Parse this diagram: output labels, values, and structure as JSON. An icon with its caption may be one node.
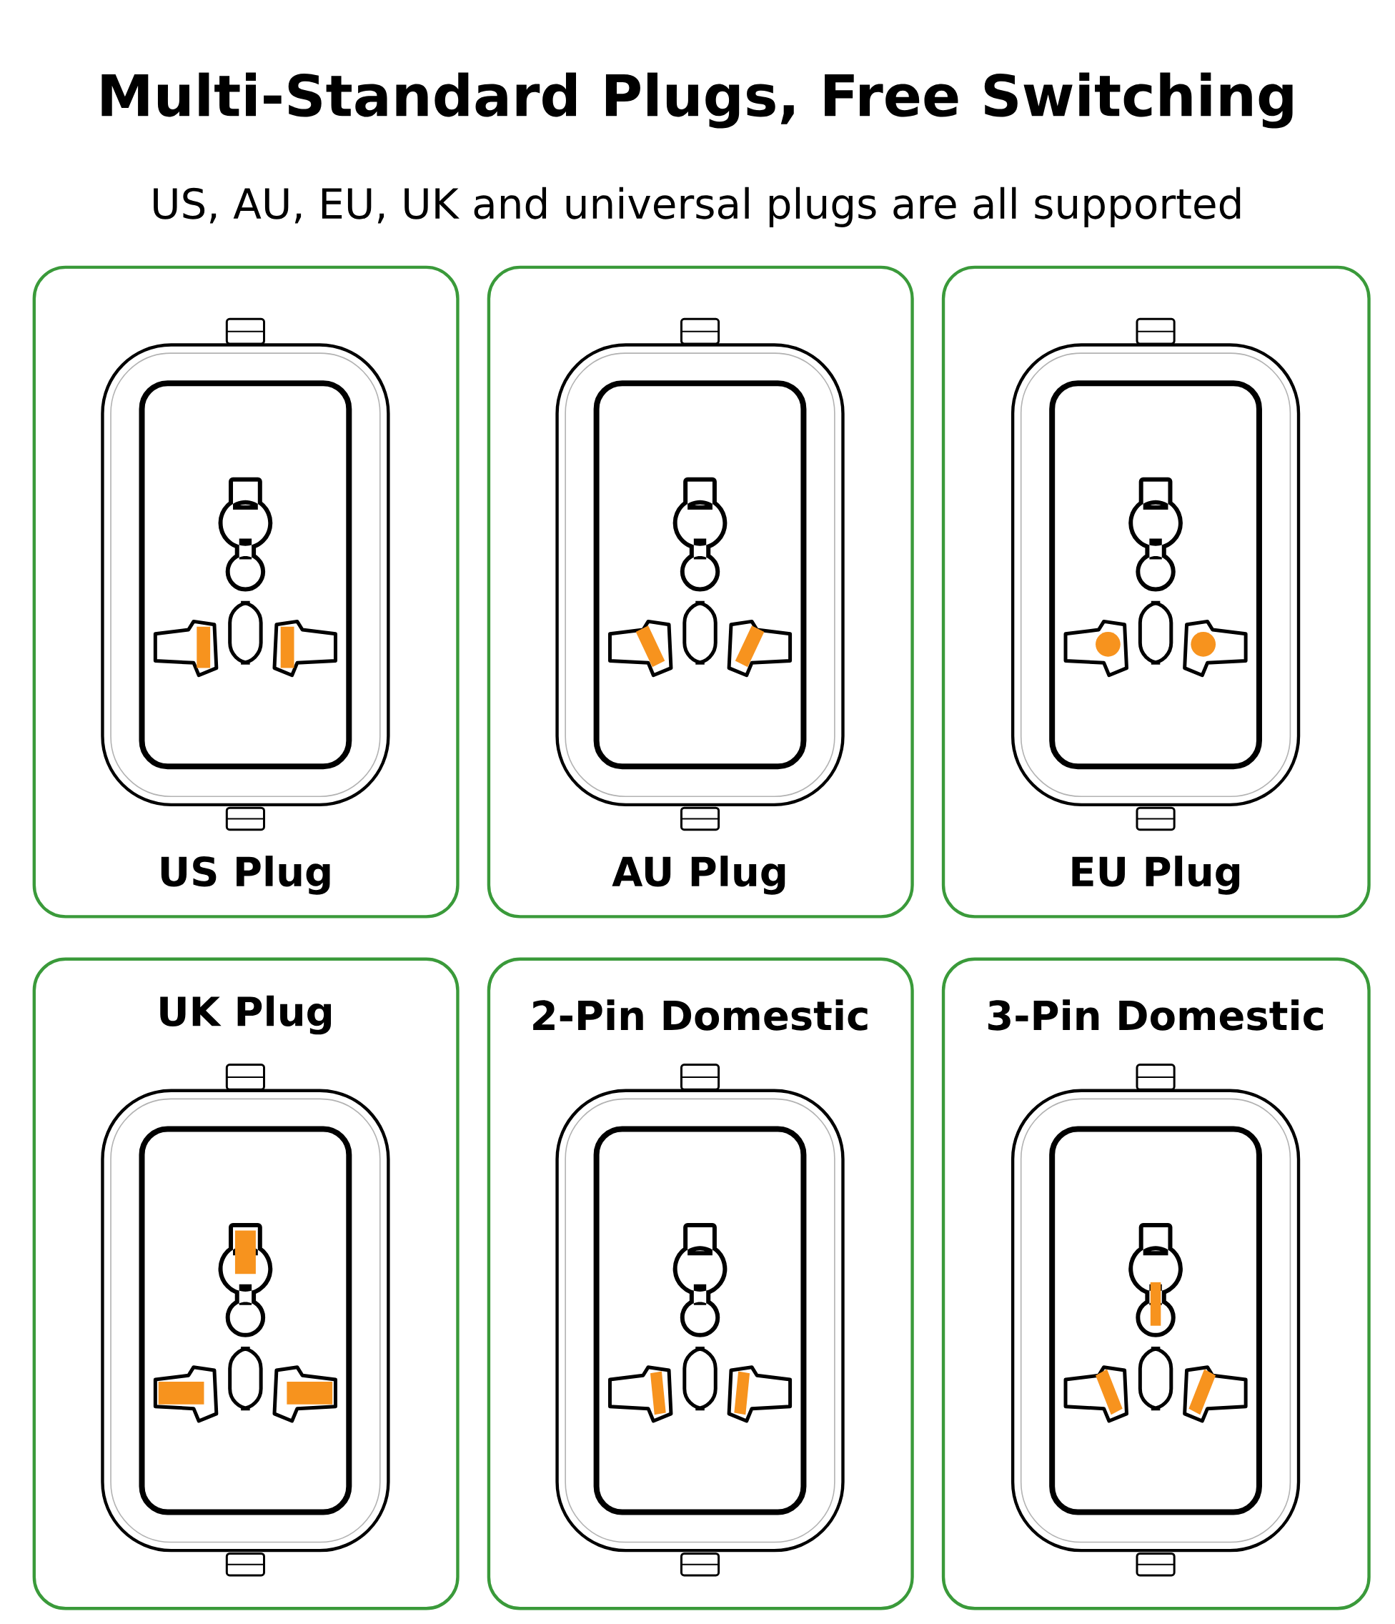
{
  "diagram": {
    "title": "Multi-Standard Plugs, Free Switching",
    "nodes": [
      {
        "text": [
          "US Plug"
        ]
      },
      {
        "text": [
          "AU Plug"
        ]
      },
      {
        "text": [
          "EU Plug"
        ]
      },
      {
        "text": [
          "UK Plug"
        ]
      },
      {
        "text": [
          "2-Pin Domestic"
        ]
      },
      {
        "text": [
          "3-Pin Domestic"
        ]
      }
    ],
    "labels": [
      "US, AU, EU, UK and universal plugs are all supported"
    ]
  }
}
